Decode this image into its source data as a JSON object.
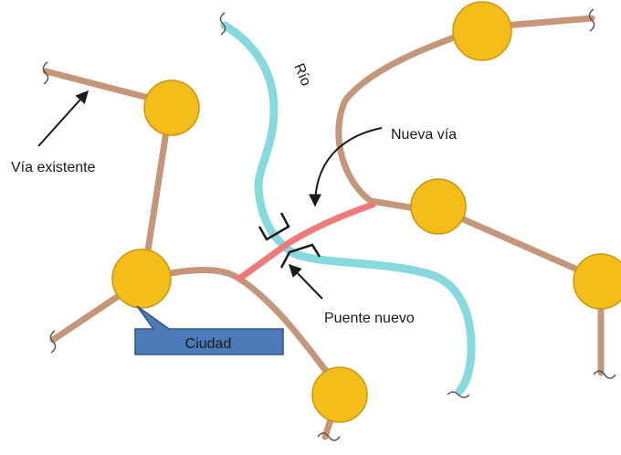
{
  "diagram": {
    "colors": {
      "road": "#c4977a",
      "river": "#86d9dc",
      "new_road": "#f07a7a",
      "city": "#f5bd1a",
      "city_stroke": "#c9960e",
      "callout_fill": "#4d7ab8",
      "callout_stroke": "#2f5580",
      "ink": "#1a1a1a"
    },
    "labels": {
      "river": "Río",
      "existing_road": "Vía existente",
      "new_road": "Nueva vía",
      "new_bridge": "Puente nuevo",
      "city": "Ciudad"
    }
  }
}
